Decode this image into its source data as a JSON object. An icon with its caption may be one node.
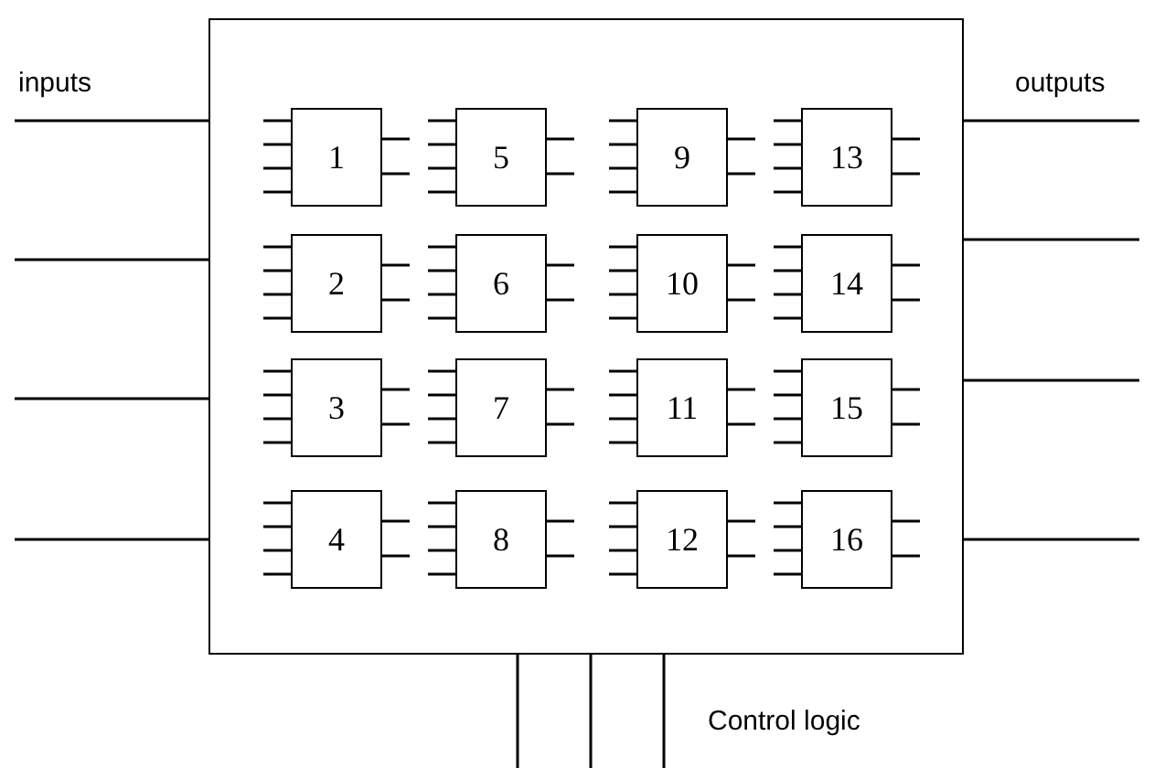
{
  "diagram": {
    "nodes": [
      {
        "text": [],
        "shape": "box"
      },
      {
        "text": [
          "1"
        ],
        "in": 0
      },
      {
        "text": [
          "2"
        ],
        "in": 0
      },
      {
        "text": [
          "3"
        ],
        "in": 0
      },
      {
        "text": [
          "4"
        ],
        "in": 0
      },
      {
        "text": [
          "5"
        ],
        "in": 0
      },
      {
        "text": [
          "6"
        ],
        "in": 0
      },
      {
        "text": [
          "7"
        ],
        "in": 0
      },
      {
        "text": [
          "8"
        ],
        "in": 0
      },
      {
        "text": [
          "9"
        ],
        "in": 0
      },
      {
        "text": [
          "10"
        ],
        "in": 0
      },
      {
        "text": [
          "11"
        ],
        "in": 0
      },
      {
        "text": [
          "12"
        ],
        "in": 0
      },
      {
        "text": [
          "13"
        ],
        "in": 0
      },
      {
        "text": [
          "14"
        ],
        "in": 0
      },
      {
        "text": [
          "15"
        ],
        "in": 0
      },
      {
        "text": [
          "16"
        ],
        "in": 0
      }
    ],
    "labels": [
      "inputs",
      "outputs",
      "Control logic"
    ]
  }
}
